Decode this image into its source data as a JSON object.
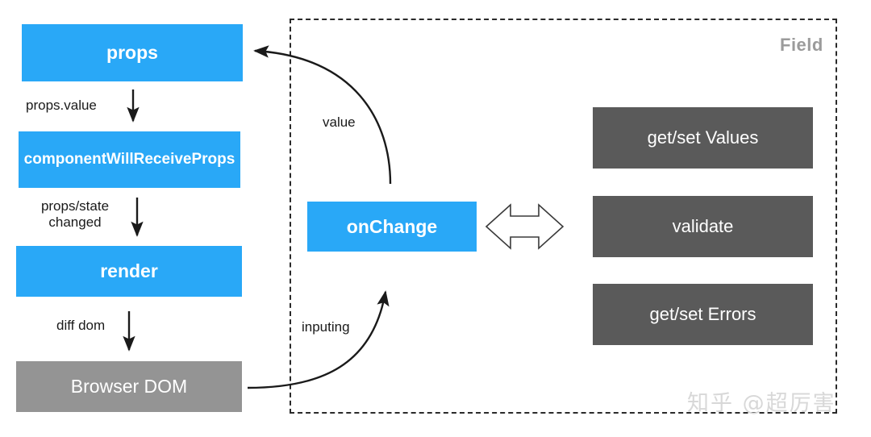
{
  "diagram": {
    "title_region_label": "Field",
    "watermark": "知乎 @超厉害",
    "colors": {
      "blue": "#29a8f7",
      "gray_dark": "#5a5a5a",
      "gray_light": "#949494",
      "arrow": "#1a1a1a",
      "field_label": "#9b9b9b",
      "watermark": "#d8d8d8"
    },
    "lifecycle_nodes": [
      {
        "id": "props",
        "label": "props",
        "style": "blue"
      },
      {
        "id": "componentWillReceiveProps",
        "label": "componentWillReceiveProps",
        "style": "blue"
      },
      {
        "id": "render",
        "label": "render",
        "style": "blue"
      },
      {
        "id": "browserDom",
        "label": "Browser DOM",
        "style": "gray-light"
      }
    ],
    "field_nodes": [
      {
        "id": "onChange",
        "label": "onChange",
        "style": "blue"
      },
      {
        "id": "getSetValues",
        "label": "get/set Values",
        "style": "gray-dark"
      },
      {
        "id": "validate",
        "label": "validate",
        "style": "gray-dark"
      },
      {
        "id": "getSetErrors",
        "label": "get/set Errors",
        "style": "gray-dark"
      }
    ],
    "edges": [
      {
        "id": "propsValue",
        "label": "props.value",
        "from": "props",
        "to": "componentWillReceiveProps"
      },
      {
        "id": "propsStateChanged",
        "label": "props/state\nchanged",
        "from": "componentWillReceiveProps",
        "to": "render"
      },
      {
        "id": "diffDom",
        "label": "diff dom",
        "from": "render",
        "to": "browserDom"
      },
      {
        "id": "value",
        "label": "value",
        "from": "onChange",
        "to": "props"
      },
      {
        "id": "inputing",
        "label": "inputing",
        "from": "browserDom",
        "to": "onChange"
      },
      {
        "id": "onChangeHandlers",
        "label": "",
        "from": "onChange",
        "to": "getSetValues",
        "bidirectional": true
      }
    ]
  }
}
